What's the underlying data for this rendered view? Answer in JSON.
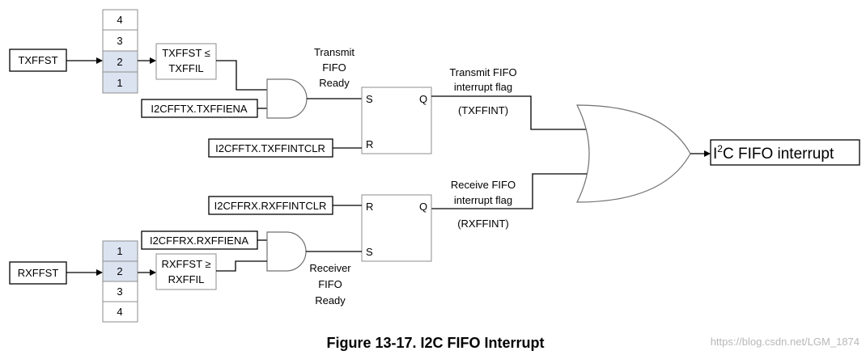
{
  "tx": {
    "source": "TXFFST",
    "levels": [
      "4",
      "3",
      "2",
      "1"
    ],
    "compare_line1": "TXFFST ≤",
    "compare_line2": "TXFFIL",
    "enable": "I2CFFTX.TXFFIENA",
    "ready_line1": "Transmit",
    "ready_line2": "FIFO",
    "ready_line3": "Ready",
    "clear": "I2CFFTX.TXFFINTCLR",
    "flag_line1": "Transmit FIFO",
    "flag_line2": "interrupt flag",
    "flag_name": "(TXFFINT)"
  },
  "rx": {
    "source": "RXFFST",
    "levels": [
      "1",
      "2",
      "3",
      "4"
    ],
    "compare_line1": "RXFFST ≥",
    "compare_line2": "RXFFIL",
    "enable": "I2CFFRX.RXFFIENA",
    "ready_line1": "Receiver",
    "ready_line2": "FIFO",
    "ready_line3": "Ready",
    "clear": "I2CFFRX.RXFFINTCLR",
    "flag_line1": "Receive FIFO",
    "flag_line2": "interrupt flag",
    "flag_name": "(RXFFINT)"
  },
  "latch_pins": {
    "s": "S",
    "r": "R",
    "q": "Q"
  },
  "output": {
    "prefix": "I",
    "superscript": "2",
    "suffix": "C FIFO interrupt"
  },
  "caption": "Figure 13-17. I2C FIFO Interrupt",
  "watermark": "https://blog.csdn.net/LGM_1874",
  "colors": {
    "highlight_cell": "#dbe3f1"
  }
}
